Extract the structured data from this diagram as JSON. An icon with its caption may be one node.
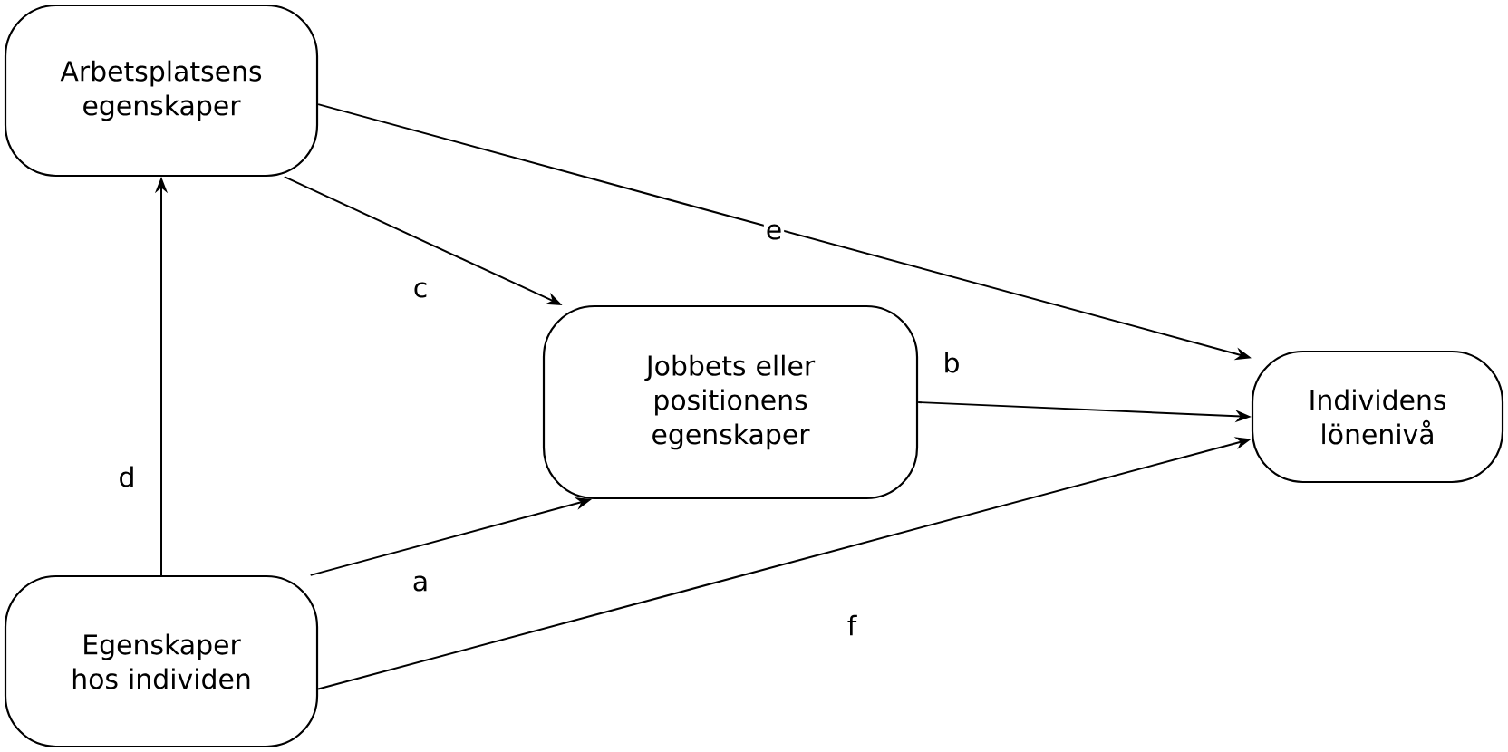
{
  "diagram": {
    "nodes": [
      {
        "text": [
          "Arbetsplatsens egenskaper"
        ]
      },
      {
        "text": [
          "Jobbets eller positionens egenskaper"
        ]
      },
      {
        "text": [
          "Individens lönenivå"
        ]
      },
      {
        "text": [
          "Egenskaper hos individen"
        ]
      }
    ],
    "edges": [
      {
        "from": 0,
        "to": 1,
        "arrow": "to",
        "label": "c"
      },
      {
        "from": 0,
        "to": 2,
        "arrow": "to",
        "label": "e"
      },
      {
        "from": 3,
        "to": 0,
        "arrow": "to",
        "label": "d"
      },
      {
        "from": 3,
        "to": 1,
        "arrow": "to",
        "label": "a"
      },
      {
        "from": 1,
        "to": 2,
        "arrow": "to",
        "label": "b"
      },
      {
        "from": 3,
        "to": 2,
        "arrow": "to",
        "label": "f"
      }
    ]
  }
}
